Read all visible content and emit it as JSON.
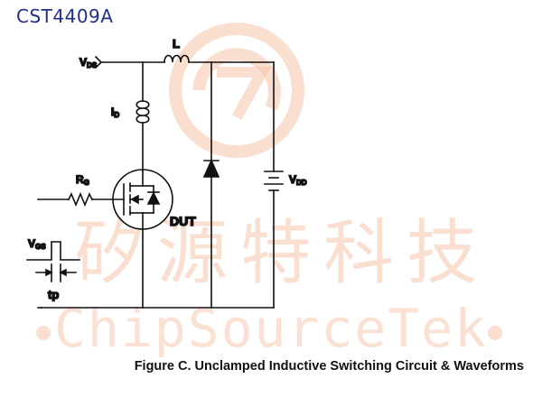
{
  "header": {
    "part_number": "CST4409A"
  },
  "figure": {
    "caption": "Figure C. Unclamped Inductive Switching Circuit & Waveforms"
  },
  "labels": {
    "vds": {
      "main": "V",
      "sub": "DS"
    },
    "inductor": "L",
    "id": {
      "main": "I",
      "sub": "D"
    },
    "rg": {
      "main": "R",
      "sub": "G"
    },
    "dut": "DUT",
    "vdd": {
      "main": "V",
      "sub": "DD"
    },
    "vgs": {
      "main": "V",
      "sub": "GS"
    },
    "tp": "tp"
  },
  "watermark": {
    "chinese": "矽源特科技",
    "english": "ChipSourceTek",
    "color": "#f5c3aa"
  },
  "colors": {
    "title": "#1f2f8a",
    "ink": "#111111"
  }
}
